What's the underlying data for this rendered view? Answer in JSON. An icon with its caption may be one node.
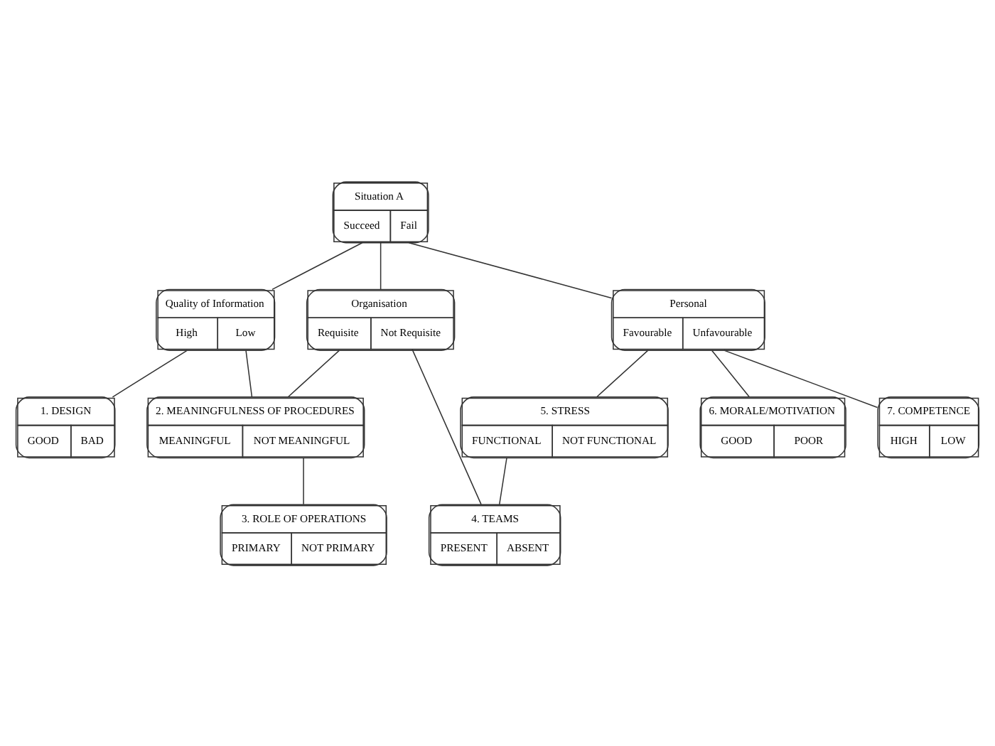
{
  "diagram": {
    "nodes": [
      {
        "text": [
          "Situation A",
          "Succeed",
          "Fail"
        ]
      },
      {
        "text": [
          "Quality of Information",
          "High",
          "Low"
        ]
      },
      {
        "text": [
          "Organisation",
          "Requisite",
          "Not Requisite"
        ]
      },
      {
        "text": [
          "Personal",
          "Favourable",
          "Unfavourable"
        ]
      },
      {
        "text": [
          "1. DESIGN",
          "GOOD",
          "BAD"
        ]
      },
      {
        "text": [
          "2. MEANINGFULNESS OF PROCEDURES",
          "MEANINGFUL",
          "NOT MEANINGFUL"
        ]
      },
      {
        "text": [
          "7. COMPETENCE",
          "HIGH",
          "LOW"
        ]
      },
      {
        "text": [
          "5. STRESS",
          "FUNCTIONAL",
          "NOT FUNCTIONAL"
        ]
      },
      {
        "text": [
          "6. MORALE/MOTIVATION",
          "GOOD",
          "POOR"
        ]
      },
      {
        "text": [
          "3. ROLE OF OPERATIONS",
          "PRIMARY",
          "NOT PRIMARY"
        ]
      },
      {
        "text": [
          "4. TEAMS",
          "PRESENT",
          "ABSENT"
        ]
      }
    ],
    "edges": [
      {
        "from": 0,
        "to": 1,
        "arrow": "none"
      },
      {
        "from": 0,
        "to": 2,
        "arrow": "none"
      },
      {
        "from": 0,
        "to": 3,
        "arrow": "none"
      },
      {
        "from": 1,
        "to": 4,
        "arrow": "none"
      },
      {
        "from": 1,
        "to": 5,
        "arrow": "none"
      },
      {
        "from": 2,
        "to": 5,
        "arrow": "none"
      },
      {
        "from": 2,
        "to": 10,
        "arrow": "none"
      },
      {
        "from": 3,
        "to": 7,
        "arrow": "none"
      },
      {
        "from": 3,
        "to": 8,
        "arrow": "none"
      },
      {
        "from": 3,
        "to": 6,
        "arrow": "none"
      },
      {
        "from": 5,
        "to": 9,
        "arrow": "none"
      },
      {
        "from": 7,
        "to": 10,
        "arrow": "none"
      }
    ]
  }
}
